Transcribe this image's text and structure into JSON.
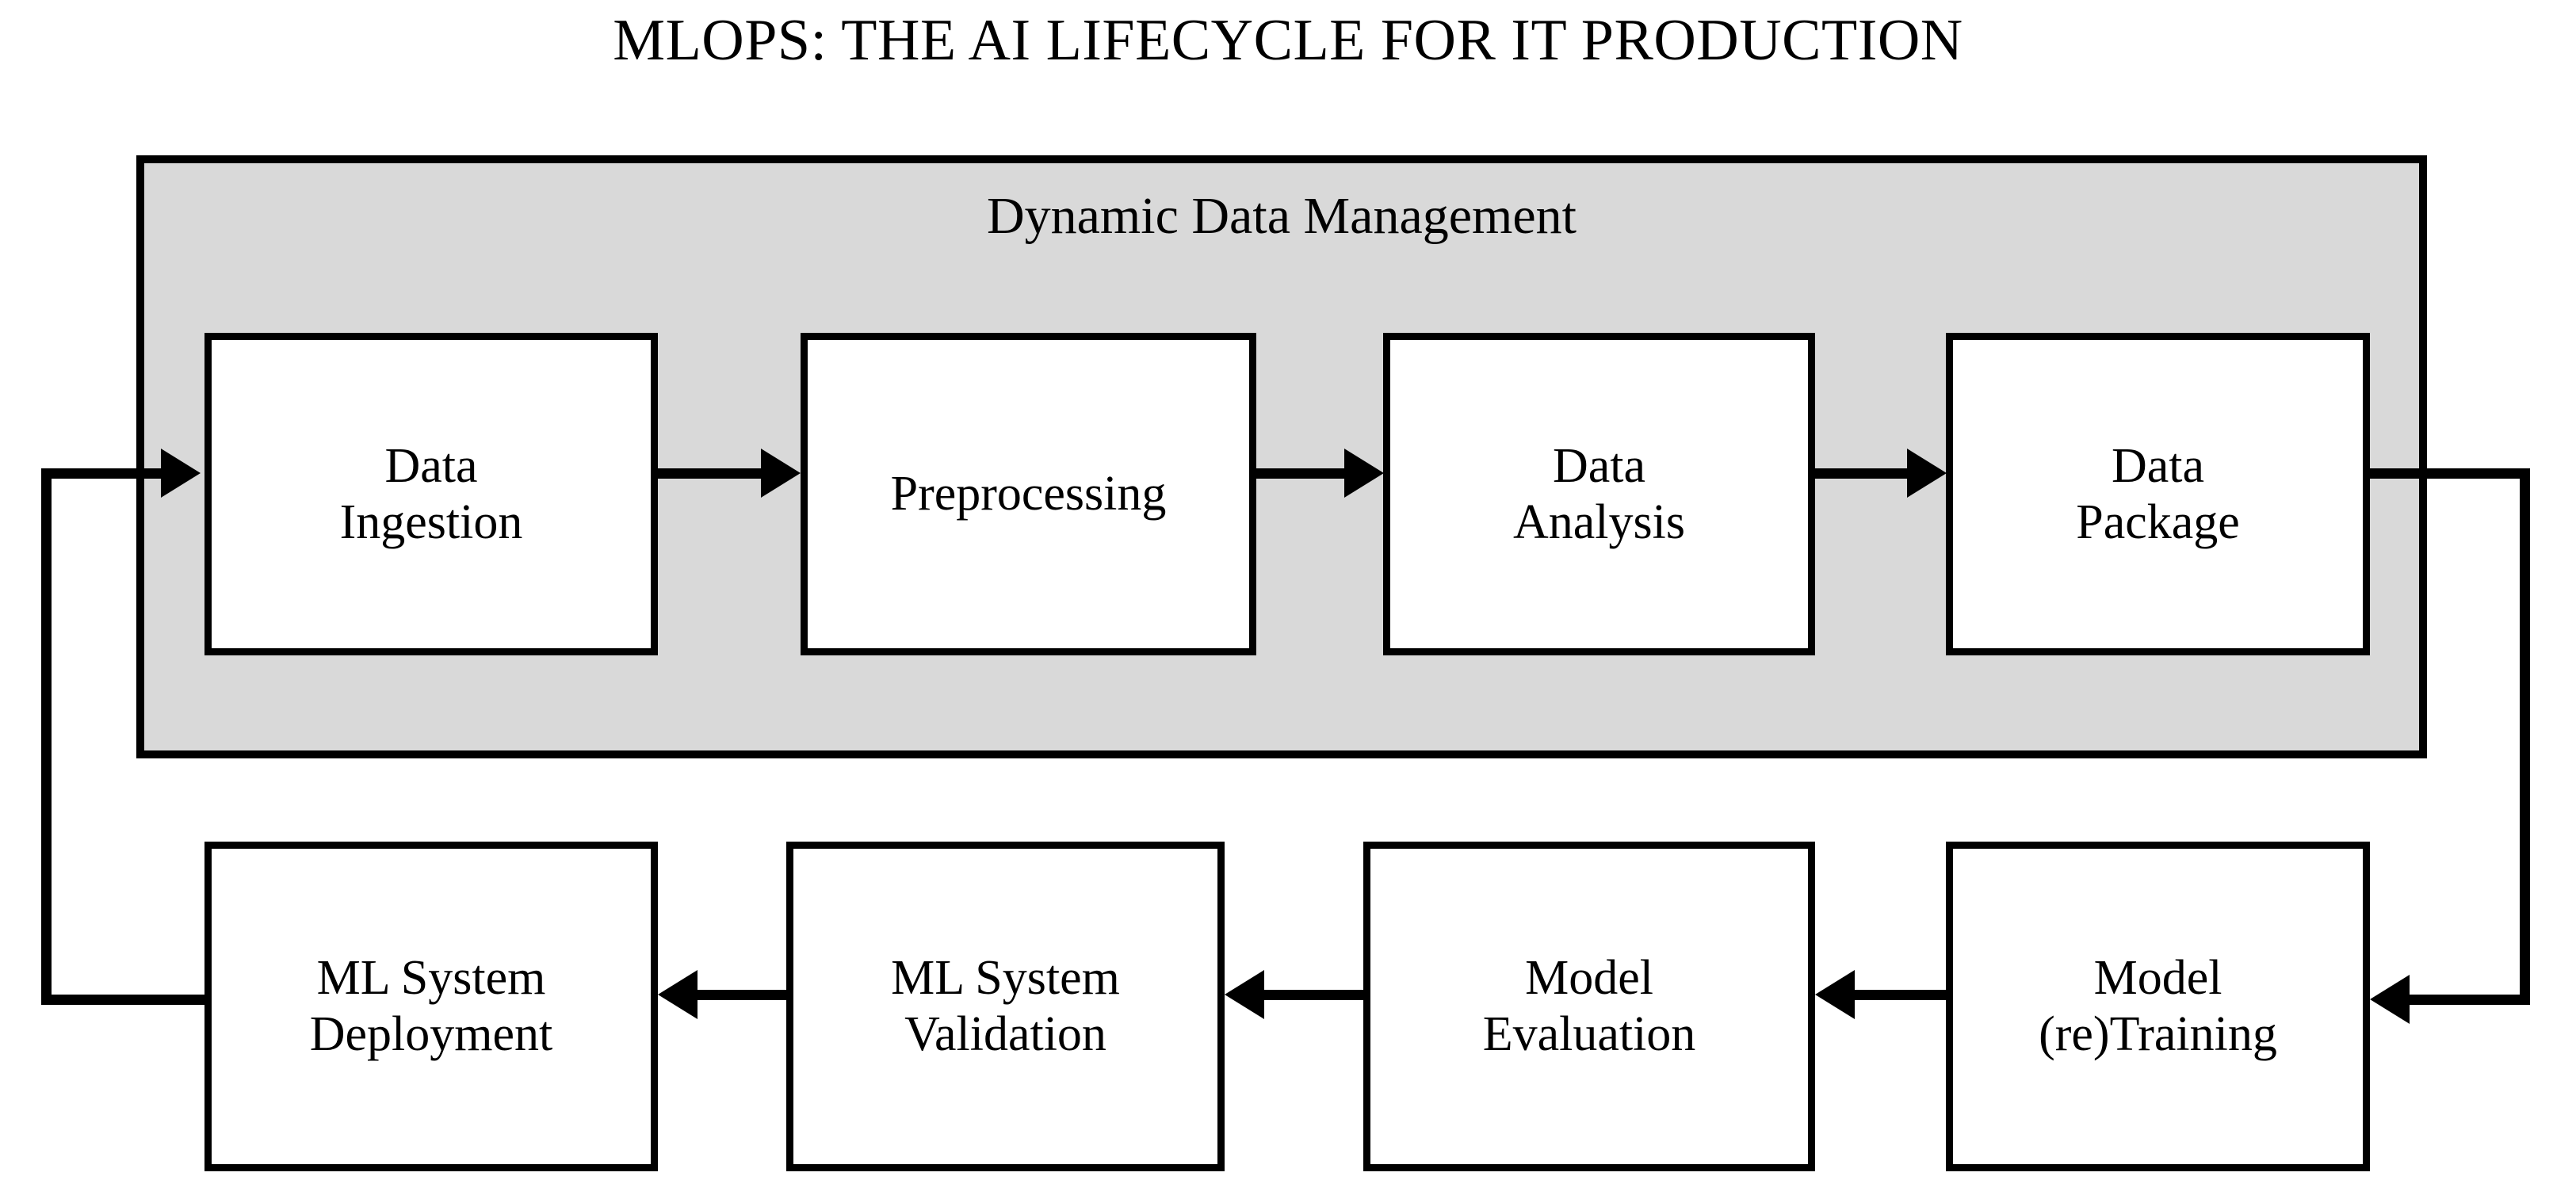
{
  "diagram": {
    "title": "MLOPS: THE AI LIFECYCLE FOR IT PRODUCTION",
    "group": {
      "label": "Dynamic Data Management",
      "fill_color": "#D9D9D9",
      "border_color": "#000000"
    },
    "canvas_background": "#FFFFFF",
    "text_color": "#000000",
    "node_fill": "#FFFFFF",
    "top_row": [
      {
        "id": "data-ingestion",
        "label": "Data\nIngestion"
      },
      {
        "id": "preprocessing",
        "label": "Preprocessing"
      },
      {
        "id": "data-analysis",
        "label": "Data\nAnalysis"
      },
      {
        "id": "data-package",
        "label": "Data\nPackage"
      }
    ],
    "bottom_row": [
      {
        "id": "ml-system-deployment",
        "label": "ML System\nDeployment"
      },
      {
        "id": "ml-system-validation",
        "label": "ML System\nValidation"
      },
      {
        "id": "model-evaluation",
        "label": "Model\nEvaluation"
      },
      {
        "id": "model-retraining",
        "label": "Model\n(re)Training"
      }
    ],
    "flow": [
      "Data Ingestion -> Preprocessing",
      "Preprocessing -> Data Analysis",
      "Data Analysis -> Data Package",
      "Data Package -> Model (re)Training",
      "Model (re)Training -> Model Evaluation",
      "Model Evaluation -> ML System Validation",
      "ML System Validation -> ML System Deployment",
      "ML System Deployment -> Data Ingestion"
    ]
  }
}
